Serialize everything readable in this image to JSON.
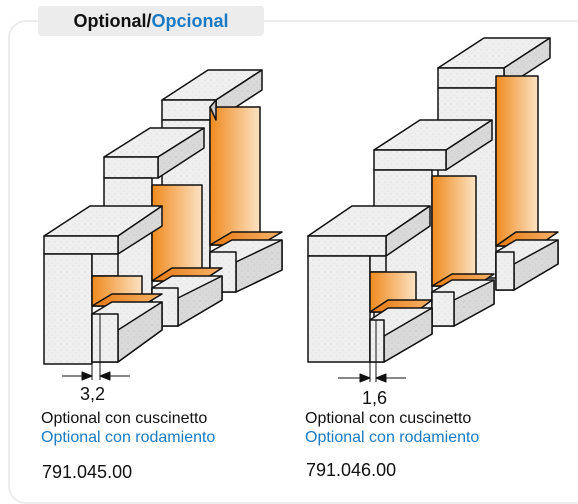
{
  "header": {
    "label_italian": "Optional",
    "separator": "/",
    "label_spanish": "Opcional"
  },
  "products": [
    {
      "dimension": "3,2",
      "desc_italian": "Optional con cuscinetto",
      "desc_spanish": "Optional con rodamiento",
      "code": "791.045.00"
    },
    {
      "dimension": "1,6",
      "desc_italian": "Optional con cuscinetto",
      "desc_spanish": "Optional con rodamiento",
      "code": "791.046.00"
    }
  ],
  "colors": {
    "accent_blue": "#1a7bc4",
    "wood_light": "#f0f0f0",
    "wood_shadow": "#c9c9c9",
    "groove_orange": "#f08a1e",
    "groove_light": "#f8d4a8"
  }
}
